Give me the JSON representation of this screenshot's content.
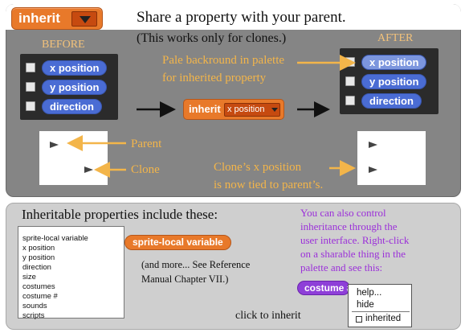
{
  "top": {
    "inherit_label": "inherit",
    "title_line1": "Share a property with your parent.",
    "title_line2": "(This works only for clones.)",
    "before_label": "BEFORE",
    "after_label": "AFTER",
    "pale_note_line1": "Pale backround in palette",
    "pale_note_line2": "for inherited property",
    "middle_block": {
      "label": "inherit",
      "value": "x position"
    },
    "palette_items": [
      "x position",
      "y position",
      "direction"
    ],
    "parent_label": "Parent",
    "clone_label": "Clone",
    "clone_note_line1": "Clone’s x position",
    "clone_note_line2": "is now tied to parent’s."
  },
  "bottom": {
    "heading": "Inheritable properties include these:",
    "list": [
      "sprite-local variable",
      "x position",
      "y position",
      "direction",
      "size",
      "costumes",
      "costume #",
      "sounds",
      "scripts"
    ],
    "slv_pill": "sprite-local variable",
    "more_line1": "(and more... See Reference",
    "more_line2": "Manual Chapter VII.)",
    "purple_line1": "You can also control",
    "purple_line2": "inheritance through the",
    "purple_line3": "user interface.  Right-click",
    "purple_line4": "on a sharable thing in the",
    "purple_line5": "palette and see this:",
    "costume_pill": "costume #",
    "menu": {
      "help": "help...",
      "hide": "hide",
      "inherited": "inherited"
    },
    "click_note": "click to inherit"
  },
  "colors": {
    "orange": "#e8792a",
    "blue": "#4a6cd4",
    "purple": "#9b30d9",
    "annotation": "#f3b54a"
  }
}
